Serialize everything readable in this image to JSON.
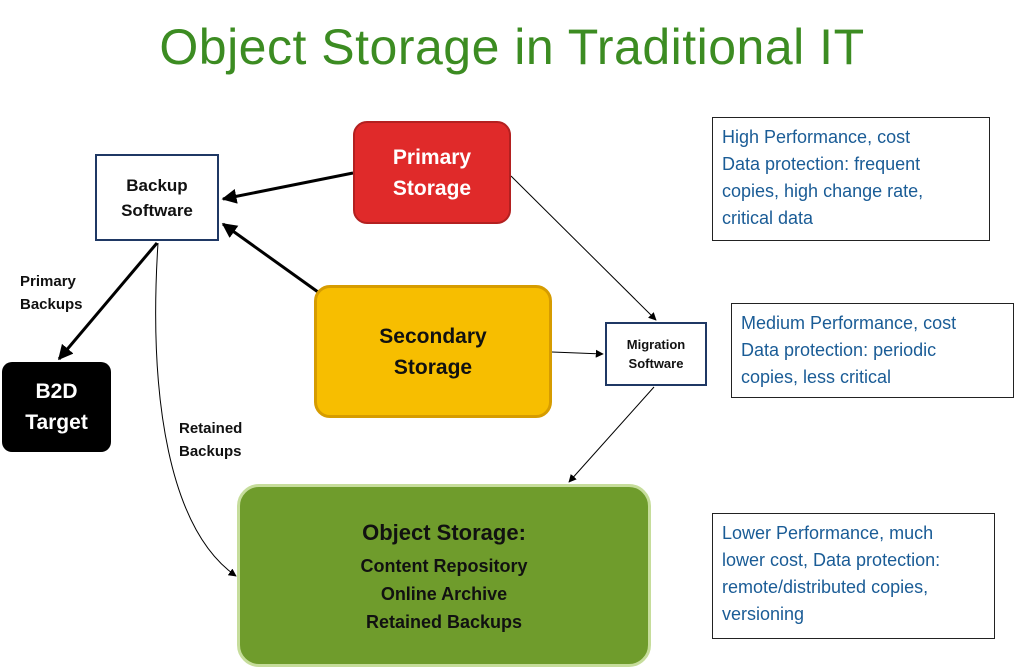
{
  "title": "Object Storage in Traditional IT",
  "nodes": {
    "primary_storage": {
      "line1": "Primary",
      "line2": "Storage"
    },
    "secondary_storage": {
      "line1": "Secondary",
      "line2": "Storage"
    },
    "backup_software": {
      "line1": "Backup",
      "line2": "Software"
    },
    "migration_software": {
      "line1": "Migration",
      "line2": "Software"
    },
    "b2d_target": {
      "line1": "B2D",
      "line2": "Target"
    },
    "object_storage": {
      "heading": "Object Storage:",
      "lines": [
        "Content Repository",
        "Online Archive",
        "Retained Backups"
      ]
    }
  },
  "edge_labels": {
    "primary_backups": {
      "line1": "Primary",
      "line2": "Backups"
    },
    "retained_backups": {
      "line1": "Retained",
      "line2": "Backups"
    }
  },
  "notes": [
    {
      "lines": [
        "High Performance, cost",
        "Data protection: frequent",
        "copies, high change rate,",
        "critical data"
      ]
    },
    {
      "lines": [
        "Medium Performance, cost",
        "Data protection: periodic",
        "copies, less critical"
      ]
    },
    {
      "lines": [
        "Lower Performance, much",
        "lower cost,  Data protection:",
        "remote/distributed copies,",
        "versioning"
      ]
    }
  ],
  "colors": {
    "title": "#3c8c22",
    "primary_storage": "#e02a2a",
    "secondary_storage": "#f7be00",
    "object_storage": "#6f9c2c",
    "b2d_target": "#000000",
    "note_text": "#1a5c96"
  }
}
